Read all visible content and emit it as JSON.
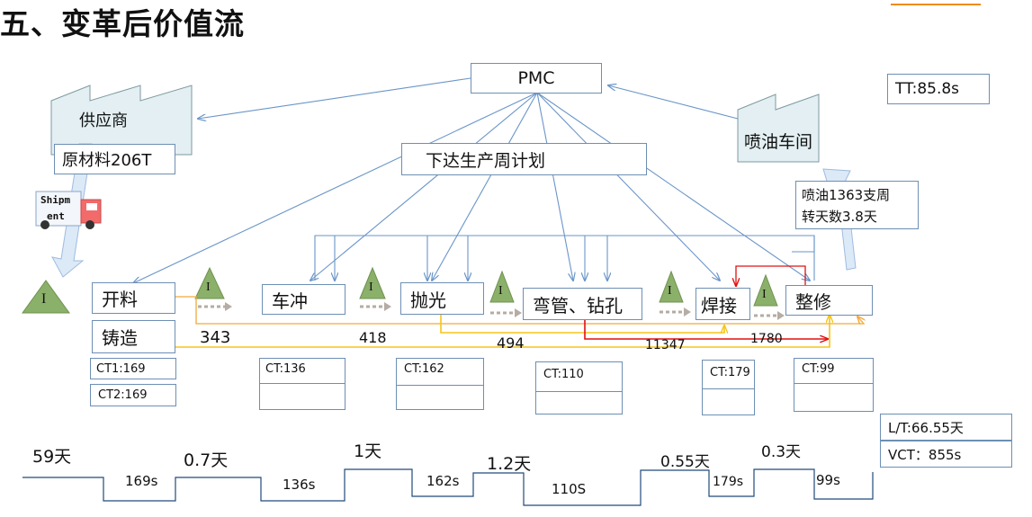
{
  "title": "五、变革后价值流",
  "top_right_mark": "",
  "pmc": "PMC",
  "supplier": "供应商",
  "spray_workshop": "喷油车间",
  "raw_material": "原材料206T",
  "weekly_plan": "下达生产周计划",
  "tt": "TT:85.8s",
  "spray_note_line1": "喷油1363支周",
  "spray_note_line2": "转天数3.8天",
  "truck_label_line1": "Shipm",
  "truck_label_line2": "ent",
  "inventory_symbol": "I",
  "processes": {
    "cutting": "开料",
    "casting": "铸造",
    "punching": "车冲",
    "polishing": "抛光",
    "bending": "弯管、钻孔",
    "welding": "焊接",
    "finishing": "整修"
  },
  "flow_numbers": {
    "n343": "343",
    "n418": "418",
    "n494": "494",
    "n11347": "11347",
    "n1780": "1780"
  },
  "ct": {
    "ct1": "CT1:169",
    "ct2": "CT2:169",
    "punching": "CT:136",
    "polishing": "CT:162",
    "bending": "CT:110",
    "welding": "CT:179",
    "finishing": "CT:99"
  },
  "summary": {
    "lt": "L/T:66.55天",
    "vct": "VCT：855s"
  },
  "timeline": {
    "wait": [
      "59天",
      "0.7天",
      "1天",
      "1.2天",
      "0.55天",
      "0.3天"
    ],
    "process": [
      "169s",
      "136s",
      "162s",
      "110S",
      "179s",
      "99s"
    ]
  },
  "colors": {
    "info_arrow": "#6a95c8",
    "box_border": "#6d8fb3",
    "factory_fill": "#e3eff2",
    "inventory_fill": "#8bb06a",
    "push_arrow": "#b5aca3",
    "flow_orange": "#f2a93b",
    "flow_yellow": "#f5c518",
    "flow_red": "#e01010",
    "header_accent": "#f08a1c"
  }
}
